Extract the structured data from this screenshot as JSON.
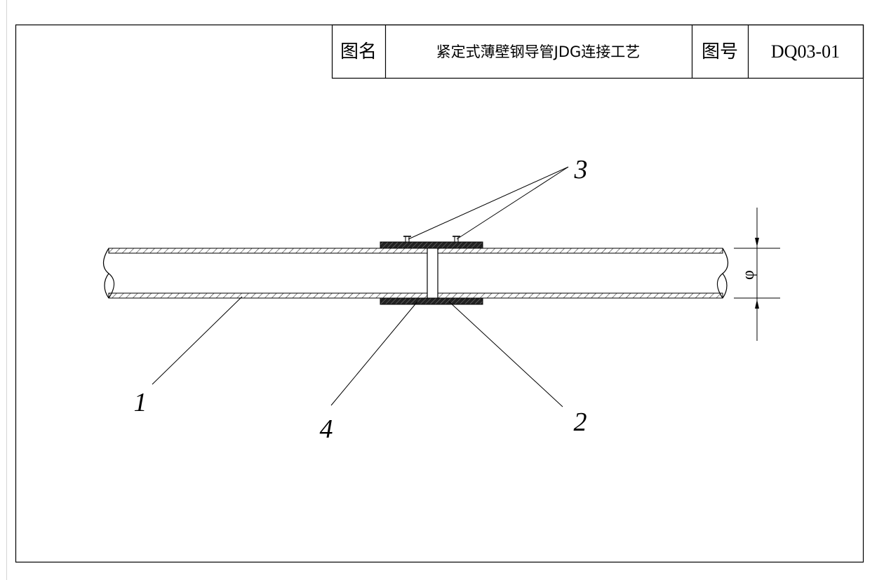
{
  "title_block": {
    "name_label": "图名",
    "name_value": "紧定式薄壁钢导管JDG连接工艺",
    "number_label": "图号",
    "number_value": "DQ03-01"
  },
  "callouts": {
    "pipe": "1",
    "coupling": "2",
    "set_screws": "3",
    "joint_gap": "4"
  },
  "dimension": {
    "diameter_symbol": "φ"
  }
}
